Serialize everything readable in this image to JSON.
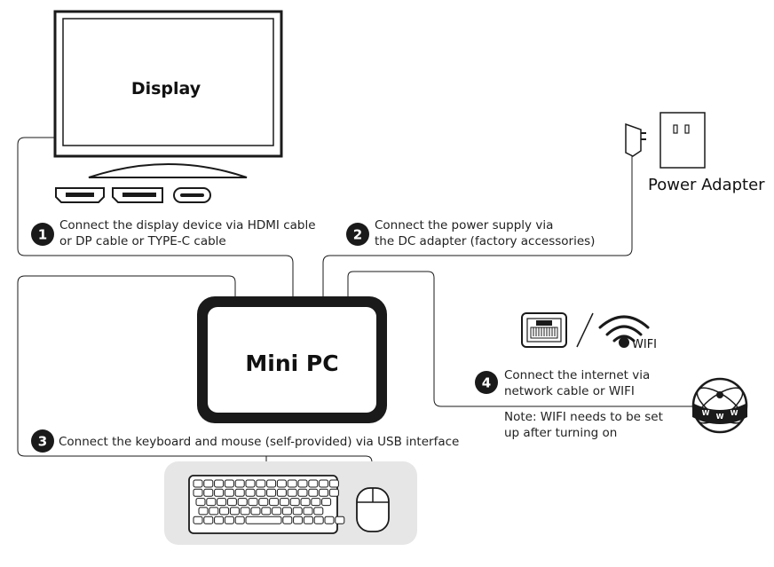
{
  "display": {
    "label": "Display"
  },
  "mini_pc": {
    "label": "Mini PC"
  },
  "power_adapter": {
    "label": "Power Adapter"
  },
  "wifi": {
    "label": "WIFI"
  },
  "www": {
    "letter": "W"
  },
  "steps": [
    {
      "number": "1",
      "lines": [
        "Connect the display device via HDMI cable",
        "or DP cable or TYPE-C cable"
      ]
    },
    {
      "number": "2",
      "lines": [
        "Connect the power supply via",
        "the DC adapter (factory accessories)"
      ]
    },
    {
      "number": "3",
      "lines": [
        "Connect the keyboard and mouse (self-provided) via USB interface"
      ]
    },
    {
      "number": "4",
      "lines": [
        "Connect the internet via",
        "network cable or WIFI"
      ]
    }
  ],
  "note": {
    "lines": [
      "Note: WIFI needs to be set",
      "up after turning on"
    ]
  },
  "colors": {
    "ink": "#1a1a1a",
    "keyboard_bg": "#e6e6e6",
    "badge": "#1a1a1a"
  }
}
